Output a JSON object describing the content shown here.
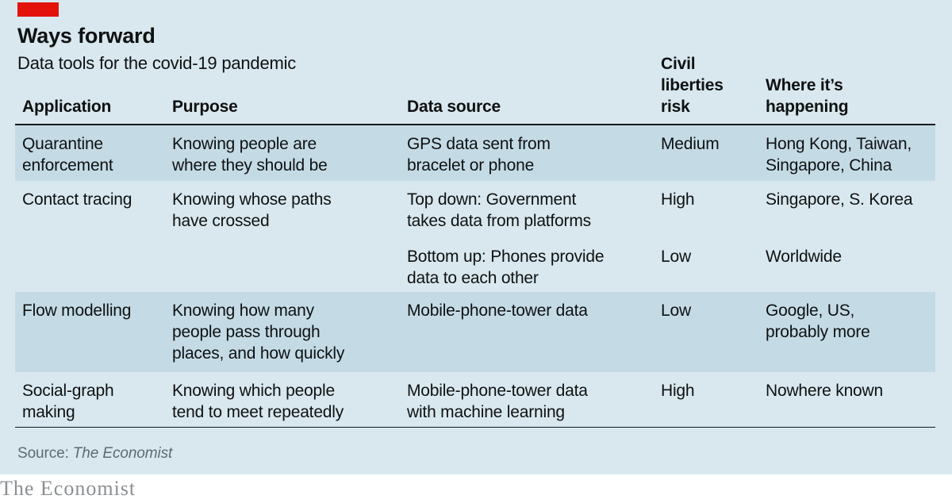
{
  "header": {
    "title": "Ways forward",
    "subtitle": "Data tools for the covid-19 pandemic"
  },
  "chart_data": {
    "type": "table",
    "title": "Ways forward",
    "subtitle": "Data tools for the covid-19 pandemic",
    "columns": [
      "Application",
      "Purpose",
      "Data source",
      "Civil\nliberties\nrisk",
      "Where it’s\nhappening"
    ],
    "rows": [
      {
        "application": "Quarantine\nenforcement",
        "purpose": "Knowing people are\nwhere they should be",
        "data_source": "GPS data sent from\nbracelet or phone",
        "risk": "Medium",
        "where": "Hong Kong, Taiwan,\nSingapore, China",
        "shade": "dark"
      },
      {
        "application": "Contact tracing",
        "purpose": "Knowing whose paths\nhave crossed",
        "data_source": "Top down: Government\ntakes data from platforms",
        "risk": "High",
        "where": "Singapore, S. Korea",
        "shade": "light"
      },
      {
        "application": "",
        "purpose": "",
        "data_source": "Bottom up: Phones provide\ndata to each other",
        "risk": "Low",
        "where": "Worldwide",
        "shade": "light"
      },
      {
        "application": "Flow modelling",
        "purpose": "Knowing how many\npeople pass through\nplaces, and how quickly",
        "data_source": "Mobile-phone-tower data",
        "risk": "Low",
        "where": "Google, US,\nprobably more",
        "shade": "dark"
      },
      {
        "application": "Social-graph\nmaking",
        "purpose": "Knowing which people\ntend to meet repeatedly",
        "data_source": "Mobile-phone-tower data\nwith machine learning",
        "risk": "High",
        "where": "Nowhere known",
        "shade": "light"
      }
    ]
  },
  "footer": {
    "source_prefix": "Source:",
    "source_name": "The Economist",
    "brand": "The Economist"
  },
  "colors": {
    "bg_blue": "#D9E8EF",
    "band_dark": "#C4DBE6",
    "accent_red": "#E3120B",
    "ink": "#0E1111",
    "rule": "#13181C",
    "source_gray": "#5D6A72",
    "brand_gray": "#8B8F92"
  }
}
